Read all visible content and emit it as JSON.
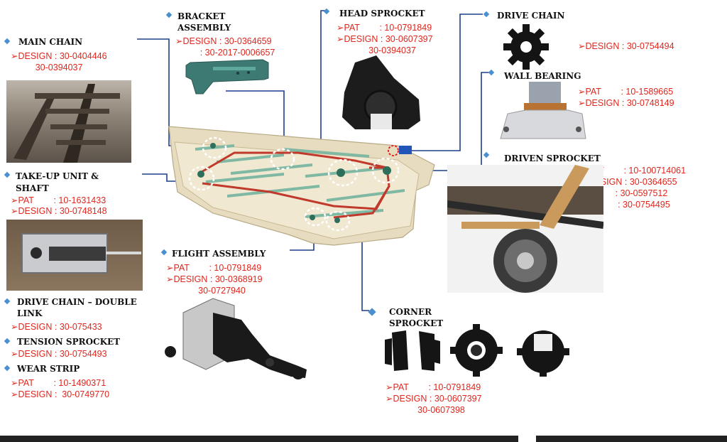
{
  "main_chain": {
    "title": "MAIN CHAIN",
    "lines": [
      "➢DESIGN : 30-0404446",
      "          30-0394037"
    ]
  },
  "bracket": {
    "title1": "BRACKET",
    "title2": "ASSEMBLY",
    "lines": [
      "➢DESIGN : 30-0364659",
      "          : 30-2017-0006657"
    ]
  },
  "head_sprocket": {
    "title": "HEAD SPROCKET",
    "lines": [
      "➢PAT        : 10-0791849",
      "➢DESIGN : 30-0607397",
      "             30-0394037"
    ]
  },
  "drive_chain": {
    "title": "DRIVE CHAIN",
    "lines": [
      "➢DESIGN : 30-0754494"
    ]
  },
  "wall_bearing": {
    "title": "WALL BEARING",
    "lines": [
      "➢PAT        : 10-1589665",
      "➢DESIGN : 30-0748149"
    ]
  },
  "driven_sprocket": {
    "title": "DRIVEN SPROCKET",
    "lines": [
      "➢PAT        : 10-100714061",
      "➢DESIGN : 30-0364655",
      "              : 30-0597512",
      "               : 30-0754495"
    ]
  },
  "takeup": {
    "title1": "TAKE-UP UNIT &",
    "title2": "SHAFT",
    "lines": [
      "➢PAT        : 10-1631433",
      "➢DESIGN : 30-0748148"
    ]
  },
  "flight": {
    "title": "FLIGHT ASSEMBLY",
    "lines": [
      "➢PAT        : 10-0791849",
      "➢DESIGN : 30-0368919",
      "             30-0727940"
    ]
  },
  "drive_chain_double": {
    "title1": "DRIVE CHAIN – DOUBLE",
    "title2": "LINK",
    "lines": [
      "➢DESIGN : 30-075433"
    ]
  },
  "tension": {
    "title": "TENSION SPROCKET",
    "lines": [
      "➢DESIGN : 30-0754493"
    ]
  },
  "wear_strip": {
    "title": "WEAR STRIP",
    "lines": [
      "➢PAT        : 10-1490371",
      "➢DESIGN :  30-0749770"
    ]
  },
  "corner": {
    "title1": "CORNER",
    "title2": "SPROCKET",
    "lines": [
      "➢PAT        : 10-0791849",
      "➢DESIGN : 30-0607397",
      "             30-0607398"
    ]
  },
  "colors": {
    "accent": "#4a8fd0",
    "red": "#e0261d",
    "line": "#1f3f8a"
  }
}
